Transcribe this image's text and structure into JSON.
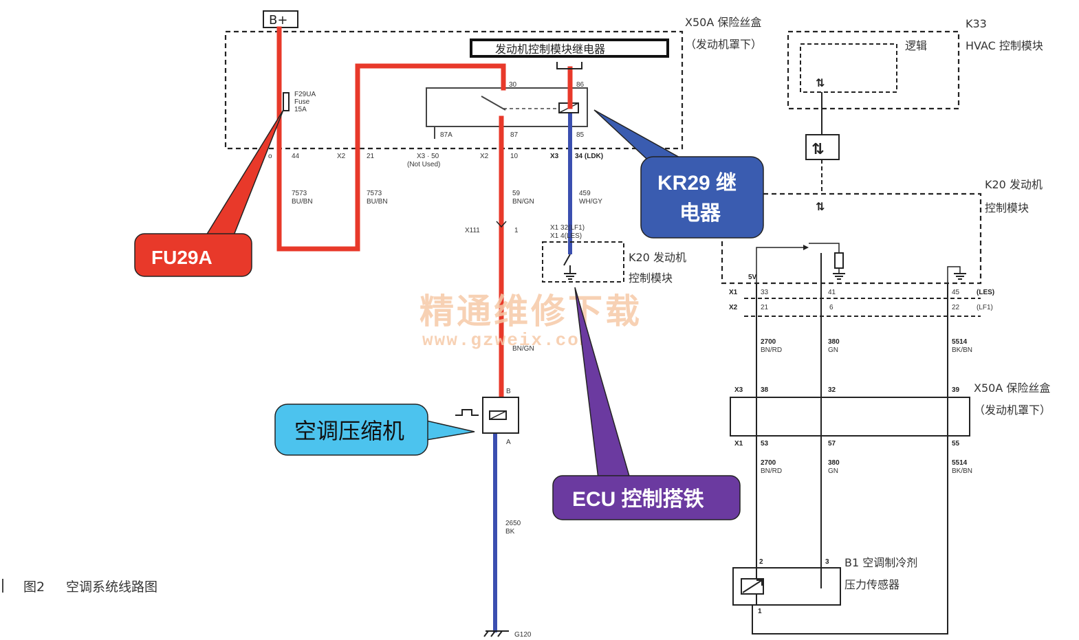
{
  "battery": {
    "label": "B+"
  },
  "fuse_box_top": {
    "name": "X50A 保险丝盒",
    "sub": "（发动机罩下）"
  },
  "relay_title": "发动机控制模块继电器",
  "fuse": {
    "line1": "F29UA",
    "line2": "Fuse",
    "line3": "15A"
  },
  "relay_pins": {
    "p30": "30",
    "p86": "86",
    "p87a": "87A",
    "p87": "87",
    "p85": "85"
  },
  "connector_row": {
    "c1": "44",
    "c2": "X2",
    "c3": "21",
    "c4": "X3 · 50",
    "c4b": "(Not Used)",
    "c5": "X2",
    "c6": "10",
    "c7": "X3",
    "c8": "34 (LDK)"
  },
  "wires": {
    "w1_num": "7573",
    "w1_col": "BU/BN",
    "w2_num": "7573",
    "w2_col": "BU/BN",
    "w3_num": "59",
    "w3_col": "BN/GN",
    "w4_num": "459",
    "w4_col": "WH/GY",
    "w5_col": "BN/GN",
    "w6_num": "2650",
    "w6_col": "BK"
  },
  "x111": {
    "label": "X111",
    "pin": "1"
  },
  "k20_small": {
    "pin1": "X1   32(LF1)",
    "pin2": "X1   4(LES)",
    "name1": "K20 发动机",
    "name2": "控制模块"
  },
  "compressor": {
    "pinB": "B",
    "pinA": "A",
    "ground": "G120"
  },
  "k33": {
    "code": "K33",
    "name": "HVAC 控制模块",
    "logic": "逻辑"
  },
  "k20_right": {
    "name1": "K20 发动机",
    "name2": "控制模块",
    "v5": "5V",
    "x1": "X1",
    "x2": "X2",
    "p33": "33",
    "p41": "41",
    "p45": "45",
    "les": "(LES)",
    "p21": "21",
    "p6": "6",
    "p22": "22",
    "lf1": "(LF1)"
  },
  "right_wires": {
    "a_num": "2700",
    "a_col": "BN/RD",
    "b_num": "380",
    "b_col": "GN",
    "c_num": "5514",
    "c_col": "BK/BN"
  },
  "fuse_box_right": {
    "name": "X50A 保险丝盒",
    "sub": "（发动机罩下）",
    "x3": "X3",
    "p38": "38",
    "p32": "32",
    "p39": "39",
    "x1": "X1",
    "p53": "53",
    "p57": "57",
    "p55": "55"
  },
  "sensor": {
    "pin2": "2",
    "pin3": "3",
    "pin1": "1",
    "name1": "B1 空调制冷剂",
    "name2": "压力传感器"
  },
  "callouts": {
    "fu29a": "FU29A",
    "kr29_1": "KR29 继",
    "kr29_2": "电器",
    "compressor": "空调压缩机",
    "ecu": "ECU 控制搭铁"
  },
  "watermark": {
    "text": "精通维修下载",
    "url": "www.gzweix.com"
  },
  "caption": {
    "fig": "图2",
    "title": "空调系统线路图"
  },
  "colors": {
    "red_wire": "#e8392a",
    "blue_wire": "#3b4fb0",
    "fu29a_bg": "#e8392a",
    "kr29_bg": "#3a5cb0",
    "compressor_bg": "#4cc3ee",
    "ecu_bg": "#6b3aa0"
  }
}
